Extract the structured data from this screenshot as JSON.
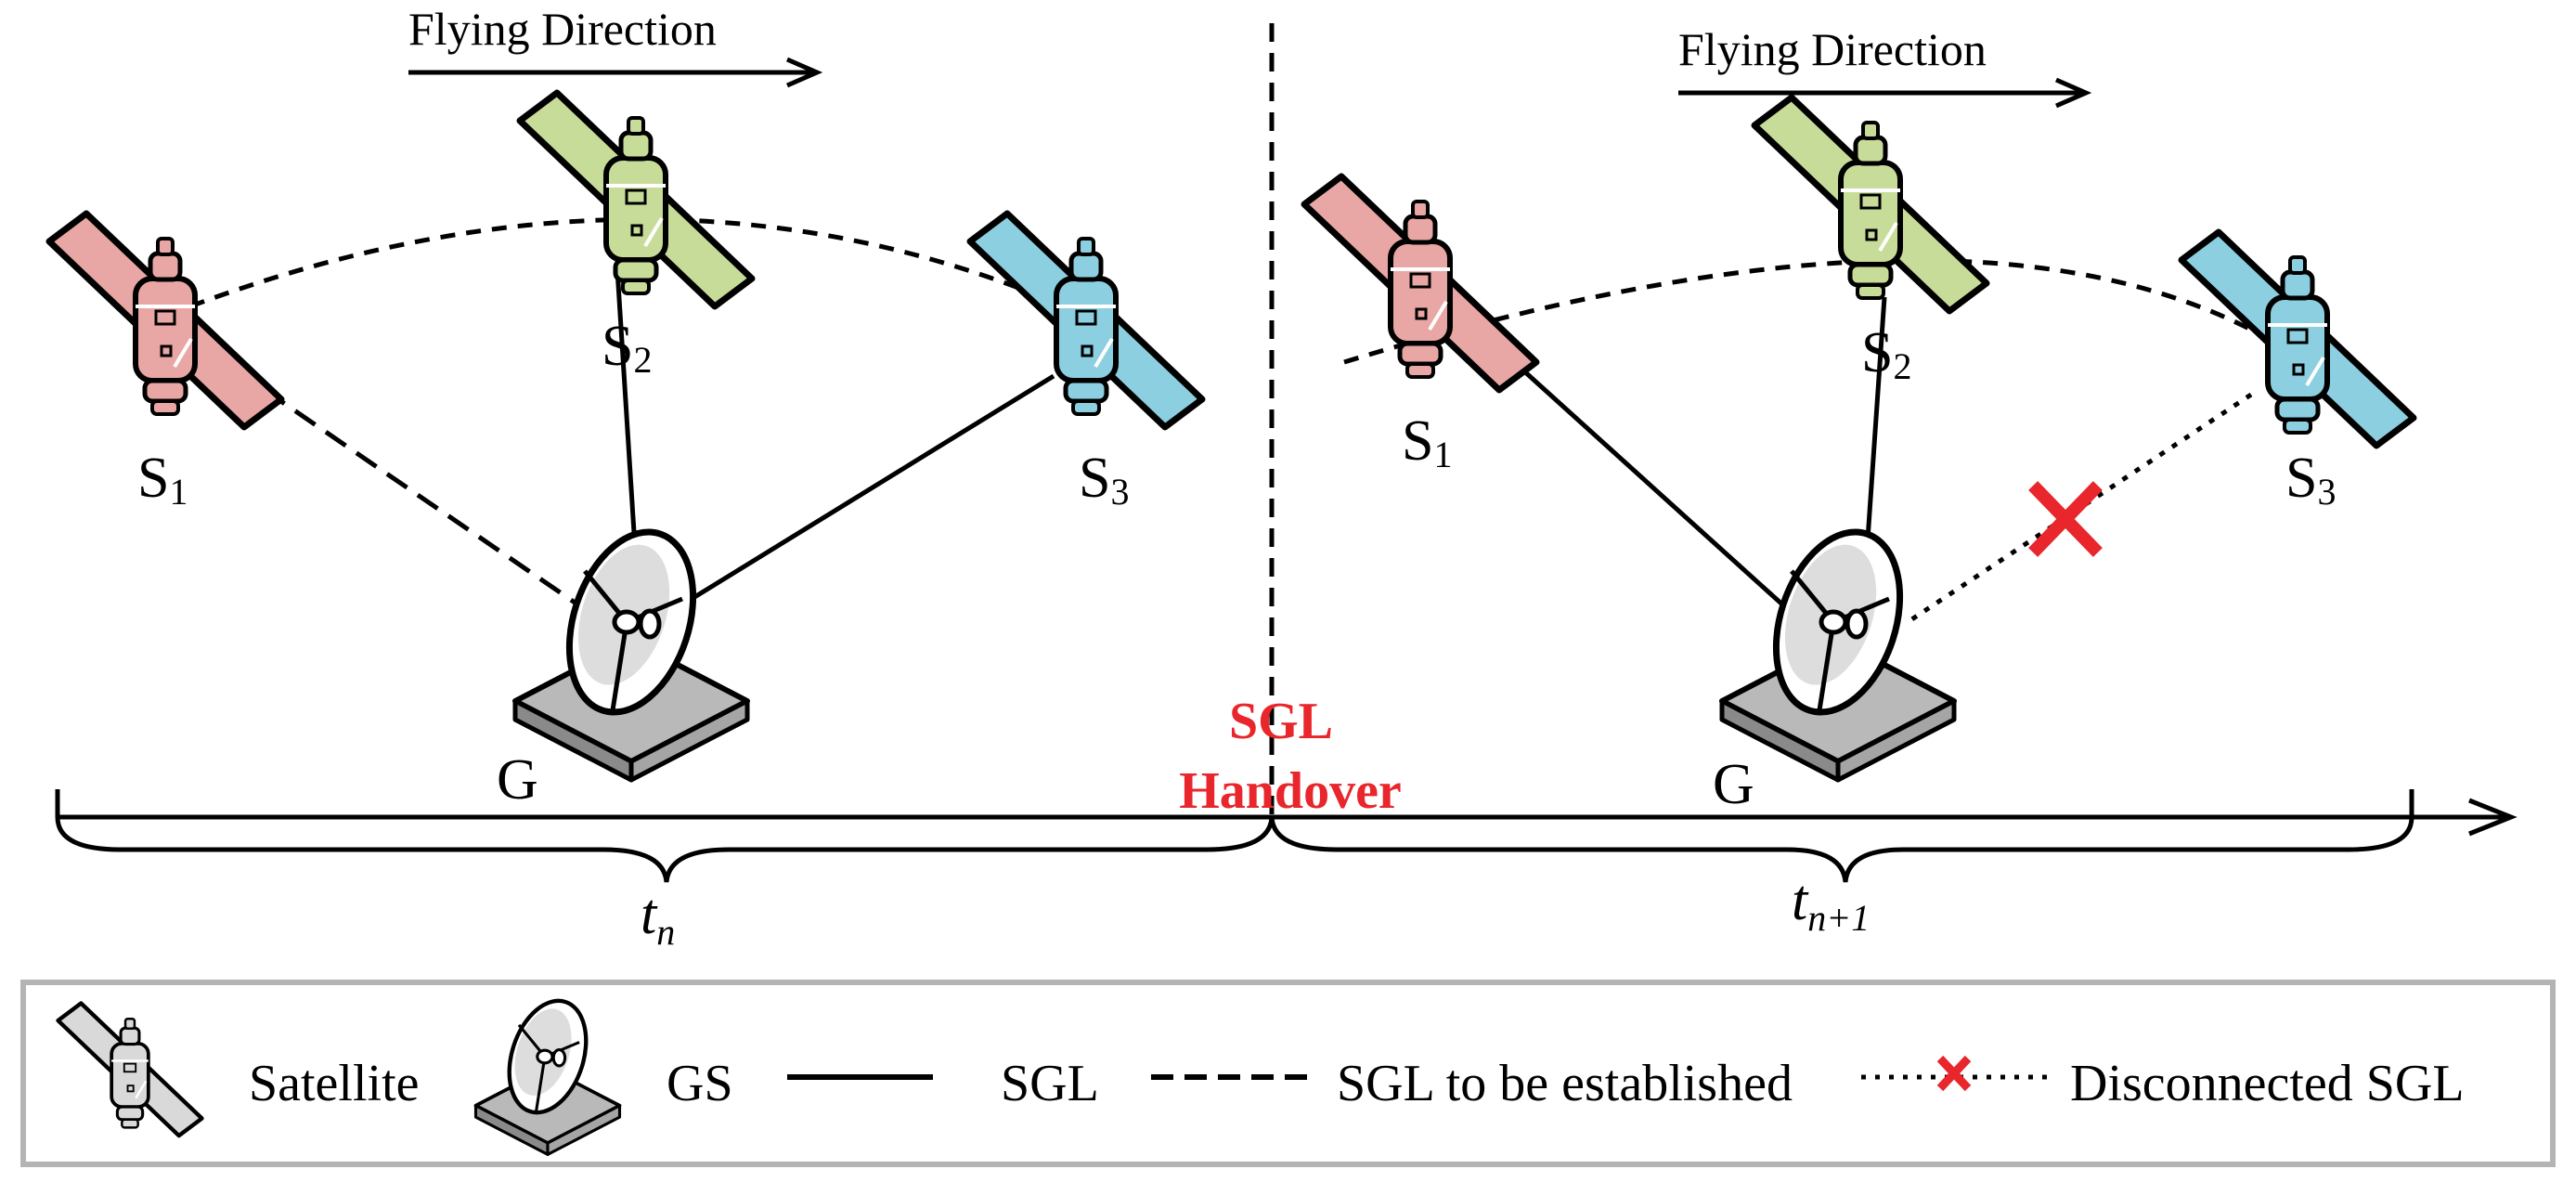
{
  "labels": {
    "flying_direction_left": "Flying Direction",
    "flying_direction_right": "Flying Direction",
    "s1_left": "S",
    "s1_left_sub": "1",
    "s2_left": "S",
    "s2_left_sub": "2",
    "s3_left": "S",
    "s3_left_sub": "3",
    "s1_right": "S",
    "s1_right_sub": "1",
    "s2_right": "S",
    "s2_right_sub": "2",
    "s3_right": "S",
    "s3_right_sub": "3",
    "g_left": "G",
    "g_right": "G",
    "handover_line1": "SGL",
    "handover_line2": "Handover",
    "t_left": "t",
    "t_left_sub": "n",
    "t_right": "t",
    "t_right_sub": "n+1"
  },
  "legend": {
    "satellite": "Satellite",
    "gs": "GS",
    "sgl": "SGL",
    "sgl_to_be_established": "SGL to be established",
    "disconnected_sgl": "Disconnected SGL"
  },
  "colors": {
    "s1": "#e8a7a4",
    "s2": "#c8dc9a",
    "s3": "#8ccfe0",
    "legend_satellite": "#d9d9d9",
    "handover": "#e8262b",
    "cross": "#e8262b"
  },
  "icons": [
    "satellite-icon",
    "ground-station-icon",
    "cross-icon",
    "arrow-icon"
  ]
}
